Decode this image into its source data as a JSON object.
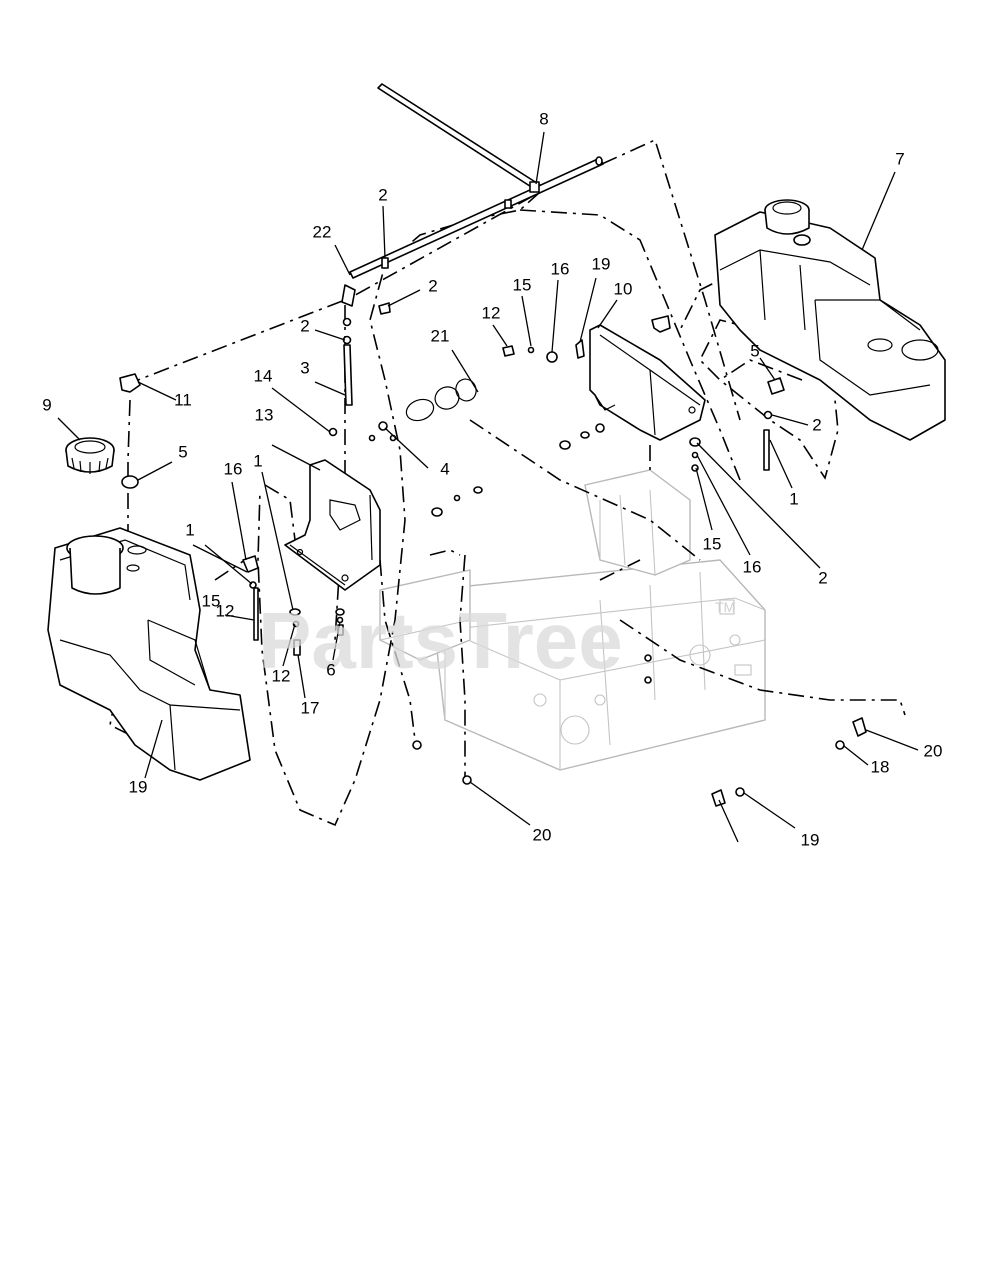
{
  "watermark": {
    "text": "PartsTree",
    "trademark": "TM"
  },
  "callouts": [
    {
      "id": "c-8",
      "label": "8"
    },
    {
      "id": "c-7",
      "label": "7"
    },
    {
      "id": "c-2a",
      "label": "2"
    },
    {
      "id": "c-22",
      "label": "22"
    },
    {
      "id": "c-2b",
      "label": "2"
    },
    {
      "id": "c-2c",
      "label": "2"
    },
    {
      "id": "c-15a",
      "label": "15"
    },
    {
      "id": "c-16a",
      "label": "16"
    },
    {
      "id": "c-19a",
      "label": "19"
    },
    {
      "id": "c-10",
      "label": "10"
    },
    {
      "id": "c-12a",
      "label": "12"
    },
    {
      "id": "c-21",
      "label": "21"
    },
    {
      "id": "c-5a",
      "label": "5"
    },
    {
      "id": "c-2d",
      "label": "2"
    },
    {
      "id": "c-1a",
      "label": "1"
    },
    {
      "id": "c-14",
      "label": "14"
    },
    {
      "id": "c-3",
      "label": "3"
    },
    {
      "id": "c-11",
      "label": "11"
    },
    {
      "id": "c-9",
      "label": "9"
    },
    {
      "id": "c-13",
      "label": "13"
    },
    {
      "id": "c-4",
      "label": "4"
    },
    {
      "id": "c-5b",
      "label": "5"
    },
    {
      "id": "c-16b",
      "label": "16"
    },
    {
      "id": "c-1b",
      "label": "1"
    },
    {
      "id": "c-12b",
      "label": "12"
    },
    {
      "id": "c-15b",
      "label": "15"
    },
    {
      "id": "c-16c",
      "label": "16"
    },
    {
      "id": "c-2e",
      "label": "2"
    },
    {
      "id": "c-1c",
      "label": "1"
    },
    {
      "id": "c-15c",
      "label": "15"
    },
    {
      "id": "c-12c",
      "label": "12"
    },
    {
      "id": "c-17",
      "label": "17"
    },
    {
      "id": "c-6",
      "label": "6"
    },
    {
      "id": "c-19b",
      "label": "19"
    },
    {
      "id": "c-20a",
      "label": "20"
    },
    {
      "id": "c-18",
      "label": "18"
    },
    {
      "id": "c-20b",
      "label": "20"
    },
    {
      "id": "c-19c",
      "label": "19"
    }
  ]
}
